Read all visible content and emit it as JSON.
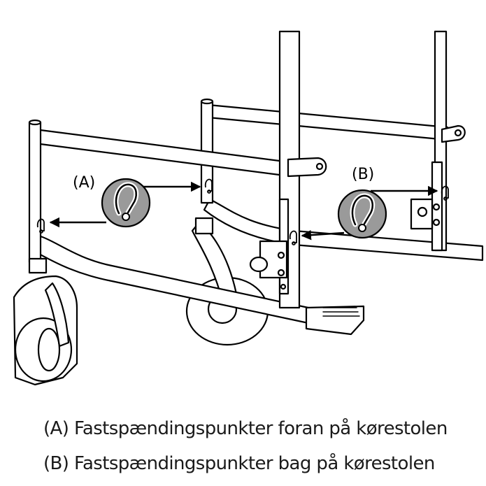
{
  "labels": {
    "a": "(A)",
    "b": "(B)"
  },
  "captions": {
    "a": "(A) Fastspændingspunkter foran på kørestolen",
    "b": "(B) Fastspændingspunkter bag på kørestolen"
  },
  "colors": {
    "line": "#000000",
    "callout_fill": "#9a9a9a",
    "background": "#ffffff"
  },
  "icons": [
    "tie-down-hook-icon",
    "tie-down-hook-icon"
  ]
}
